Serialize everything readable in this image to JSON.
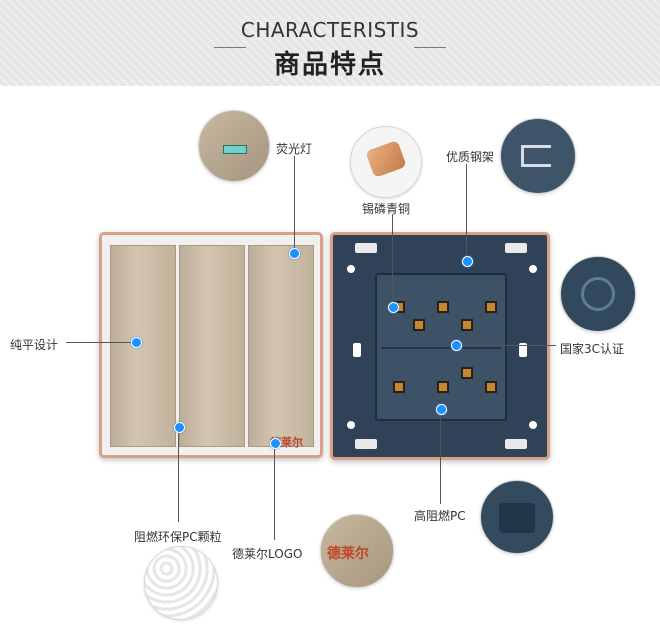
{
  "header": {
    "title_en": "CHARACTERISTIS",
    "title_cn": "商品特点"
  },
  "labels": {
    "fluorescent_light": "荧光灯",
    "phosphor_bronze": "锡磷青铜",
    "steel_frame": "优质钢架",
    "flat_design": "纯平设计",
    "cert_3c": "国家3C认证",
    "flame_retardant_pc_particles": "阻燃环保PC颗粒",
    "brand_logo": "德莱尔LOGO",
    "flame_retardant_pc": "高阻燃PC"
  },
  "brand": {
    "logo_text": "德莱尔"
  },
  "colors": {
    "accent_dot": "#1e90ff",
    "panel_gold": "#c8b79f",
    "back_navy": "#2f4257",
    "rose_gold_frame": "#d9a08a"
  }
}
